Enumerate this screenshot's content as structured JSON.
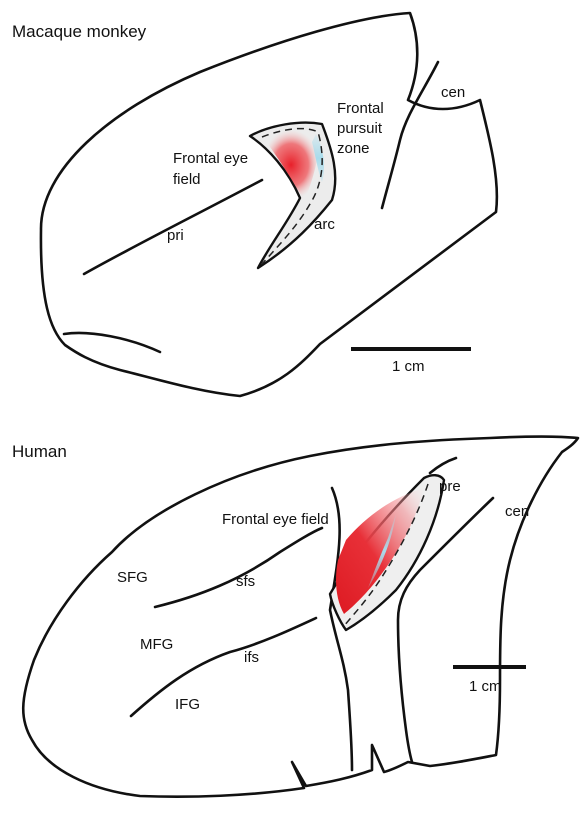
{
  "panels": {
    "macaque": {
      "title": "Macaque monkey",
      "labels": {
        "cen": "cen",
        "frontal_pursuit_zone": [
          "Frontal",
          "pursuit",
          "zone"
        ],
        "frontal_eye_field": [
          "Frontal eye",
          "field"
        ],
        "pri": "pri",
        "arc": "arc"
      },
      "scale_bar": "1 cm"
    },
    "human": {
      "title": "Human",
      "labels": {
        "pre": "pre",
        "cen": "cen",
        "frontal_eye_field": "Frontal eye field",
        "SFG": "SFG",
        "sfs": "sfs",
        "MFG": "MFG",
        "ifs": "ifs",
        "IFG": "IFG"
      },
      "scale_bar": "1 cm"
    }
  },
  "colors": {
    "fef_red": "#e8202a",
    "pursuit_blue": "#a8dcec",
    "sulcus_fill": "#eeeeee",
    "line": "#111111"
  }
}
